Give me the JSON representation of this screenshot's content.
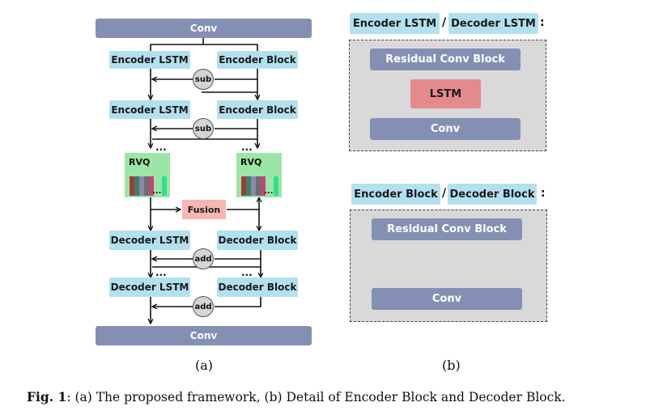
{
  "diagram_a": {
    "conv_top": "Conv",
    "conv_bottom": "Conv",
    "encoder_lstm_1": "Encoder LSTM",
    "encoder_block_1": "Encoder Block",
    "encoder_lstm_2": "Encoder LSTM",
    "encoder_block_2": "Encoder Block",
    "op_sub_1": "sub",
    "op_sub_2": "sub",
    "ellipsis": "...",
    "rvq_left": "RVQ",
    "rvq_right": "RVQ",
    "fusion": "Fusion",
    "decoder_lstm_1": "Decoder LSTM",
    "decoder_block_1": "Decoder Block",
    "decoder_lstm_2": "Decoder LSTM",
    "decoder_block_2": "Decoder Block",
    "op_add_1": "add",
    "op_add_2": "add",
    "codebook_colors": [
      "#a33a3a",
      "#3f7d6a",
      "#8a8aa8",
      "#6d6d6d",
      "#c0457a",
      "#9be6a6",
      "#9be6a6",
      "#2fe08c"
    ]
  },
  "diagram_b": {
    "lstm_header_left": "Encoder LSTM",
    "lstm_header_right": "Decoder LSTM",
    "block_header_left": "Encoder Block",
    "block_header_right": "Decoder Block",
    "slash": "/",
    "colon": ":",
    "lstm_panel": {
      "residual": "Residual Conv Block",
      "lstm": "LSTM",
      "conv": "Conv"
    },
    "block_panel": {
      "residual": "Residual Conv Block",
      "conv": "Conv"
    }
  },
  "captions": {
    "sub_a": "(a)",
    "sub_b": "(b)",
    "fig_label": "Fig. 1",
    "fig_text": ": (a) The proposed framework, (b) Detail of Encoder Block and Decoder Block."
  },
  "colors": {
    "conv": "#8490b3",
    "encoder_decoder": "#b3e0ee",
    "rvq": "#9be6a6",
    "fusion": "#f6b7b3",
    "lstm": "#e48a8c",
    "panel": "#d9d9d9"
  }
}
